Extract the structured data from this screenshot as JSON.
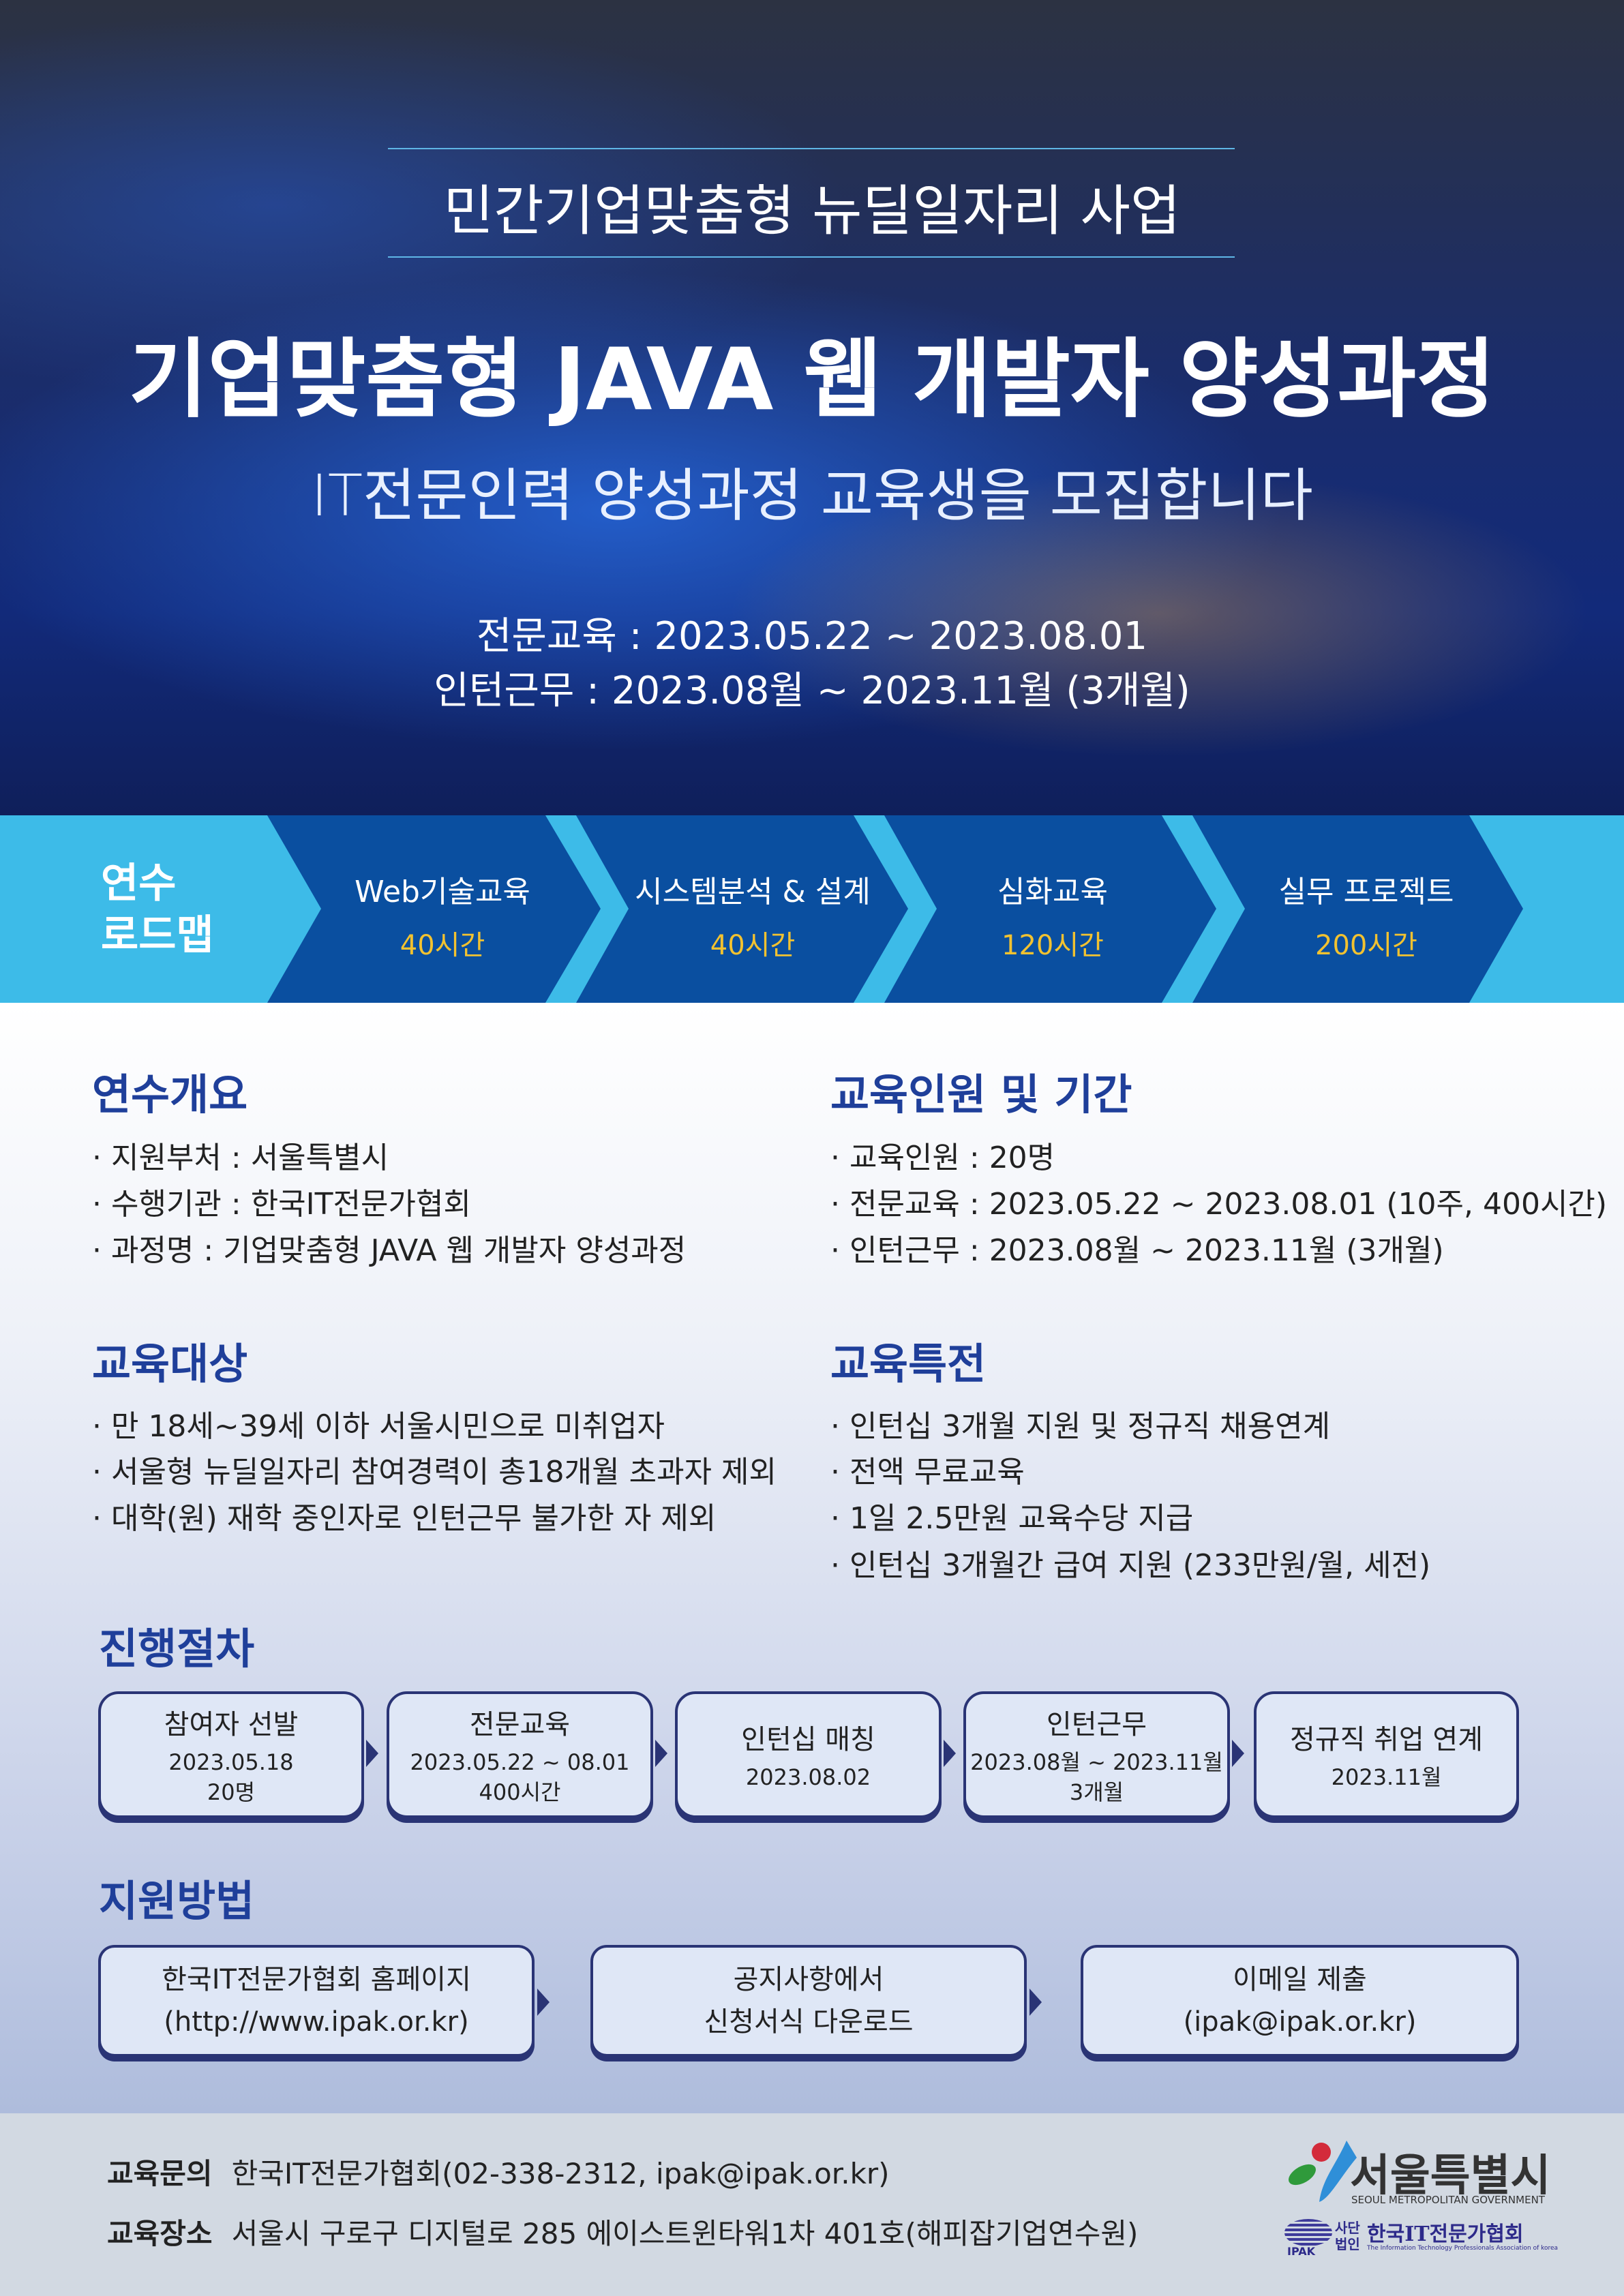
{
  "hero": {
    "program": "민간기업맞춤형 뉴딜일자리 사업",
    "title": "기업맞춤형 JAVA 웹 개발자 양성과정",
    "subtitle": "IT전문인력 양성과정 교육생을 모집합니다",
    "date1": "전문교육 : 2023.05.22 ~ 2023.08.01",
    "date2": "인턴근무 : 2023.08월 ~ 2023.11월 (3개월)"
  },
  "roadmap": {
    "label_line1": "연수",
    "label_line2": "로드맵",
    "steps": [
      {
        "name": "Web기술교육",
        "hours": "40시간"
      },
      {
        "name": "시스템분석 & 설계",
        "hours": "40시간"
      },
      {
        "name": "심화교육",
        "hours": "120시간"
      },
      {
        "name": "실무 프로젝트",
        "hours": "200시간"
      }
    ],
    "colors": {
      "band": "#3dbbe8",
      "chevron": "#0a4fa0",
      "hours": "#f2c230"
    }
  },
  "overview": {
    "heading": "연수개요",
    "items": [
      "· 지원부처 : 서울특별시",
      "· 수행기관 : 한국IT전문가협회",
      "· 과정명 : 기업맞춤형 JAVA 웹 개발자 양성과정"
    ]
  },
  "capacity": {
    "heading": "교육인원 및 기간",
    "items": [
      "· 교육인원 : 20명",
      "· 전문교육 : 2023.05.22 ~  2023.08.01 (10주, 400시간)",
      "· 인턴근무 : 2023.08월 ~ 2023.11월 (3개월)"
    ]
  },
  "target": {
    "heading": "교육대상",
    "items": [
      "· 만 18세~39세 이하 서울시민으로 미취업자",
      "· 서울형 뉴딜일자리 참여경력이 총18개월 초과자 제외",
      "· 대학(원) 재학 중인자로 인턴근무 불가한 자 제외"
    ]
  },
  "benefits": {
    "heading": "교육특전",
    "items": [
      "· 인턴십 3개월 지원 및 정규직 채용연계",
      "· 전액 무료교육",
      "· 1일 2.5만원 교육수당 지급",
      "· 인턴십 3개월간 급여 지원 (233만원/월, 세전)"
    ]
  },
  "process": {
    "heading": "진행절차",
    "steps": [
      {
        "title": "참여자 선발",
        "lines": [
          "2023.05.18",
          "20명"
        ]
      },
      {
        "title": "전문교육",
        "lines": [
          "2023.05.22 ~ 08.01",
          "400시간"
        ]
      },
      {
        "title": "인턴십 매칭",
        "lines": [
          "2023.08.02"
        ]
      },
      {
        "title": "인턴근무",
        "lines": [
          "2023.08월 ~ 2023.11월",
          "3개월"
        ]
      },
      {
        "title": "정규직 취업 연계",
        "lines": [
          "2023.11월"
        ]
      }
    ]
  },
  "apply": {
    "heading": "지원방법",
    "steps": [
      {
        "lines": [
          "한국IT전문가협회 홈페이지",
          "(http://www.ipak.or.kr)"
        ]
      },
      {
        "lines": [
          "공지사항에서",
          "신청서식 다운로드"
        ]
      },
      {
        "lines": [
          "이메일 제출",
          "(ipak@ipak.or.kr)"
        ]
      }
    ]
  },
  "footer": {
    "contact_label": "교육문의",
    "contact": "한국IT전문가협회(02-338-2312, ipak@ipak.or.kr)",
    "place_label": "교육장소",
    "place": "서울시 구로구 디지털로 285 에이스트윈타워1차 401호(해피잡기업연수원)",
    "seoul_logo": "서울특별시",
    "seoul_logo_en": "SEOUL METROPOLITAN GOVERNMENT",
    "ipak_logo_prefix1": "사단",
    "ipak_logo_prefix2": "법인",
    "ipak_logo": "한국IT전문가협회",
    "ipak_logo_en": "The Information Technology Professionals Association of korea",
    "ipak_mark": "IPAK"
  }
}
